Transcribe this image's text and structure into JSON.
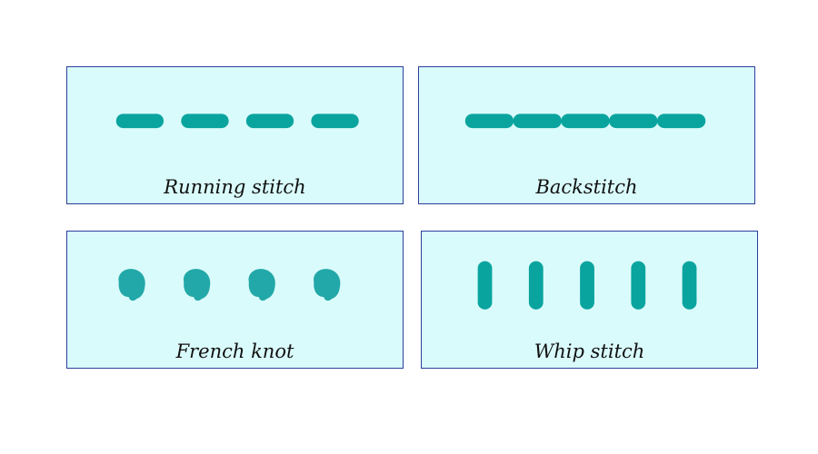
{
  "thread_color": "#0aa49f",
  "knot_color": "#22a8a8",
  "panels": {
    "running": {
      "label": "Running stitch",
      "stitch_count": 4
    },
    "back": {
      "label": "Backstitch",
      "stitch_count": 5
    },
    "french": {
      "label": "French knot",
      "stitch_count": 4
    },
    "whip": {
      "label": "Whip stitch",
      "stitch_count": 5
    }
  }
}
